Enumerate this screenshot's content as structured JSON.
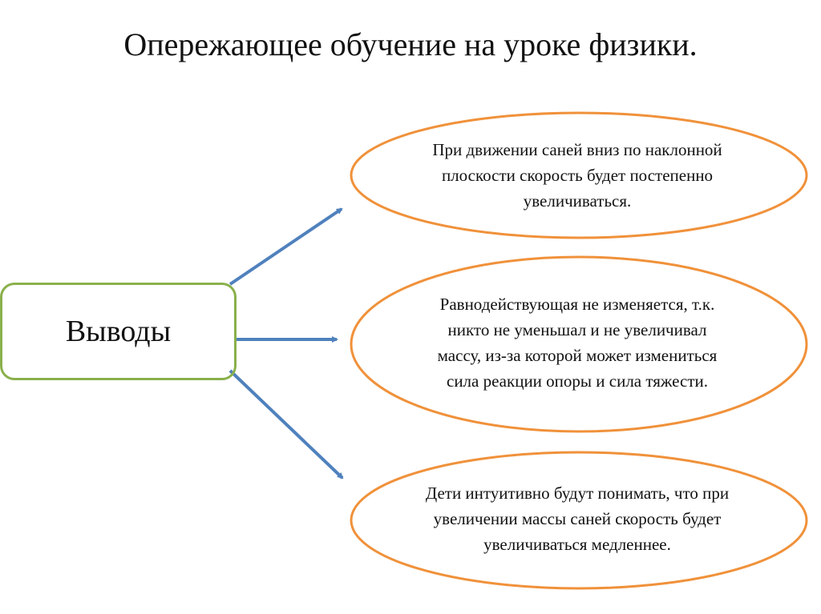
{
  "title": "Опережающее обучение на уроке физики.",
  "main_box": {
    "label": "Выводы"
  },
  "conclusions": [
    {
      "text": "При движении саней вниз по наклонной плоскости скорость будет постепенно увеличиваться."
    },
    {
      "text": "Равнодействующая не изменяется, т.к. никто не уменьшал и не увеличивал массу, из-за которой может измениться сила реакции опоры и сила тяжести."
    },
    {
      "text": "Дети интуитивно будут понимать, что при увеличении массы саней скорость будет увеличиваться медленнее."
    }
  ],
  "colors": {
    "box_border": "#8ab04b",
    "ellipse_border": "#f0913a",
    "arrow": "#4f81bd"
  }
}
